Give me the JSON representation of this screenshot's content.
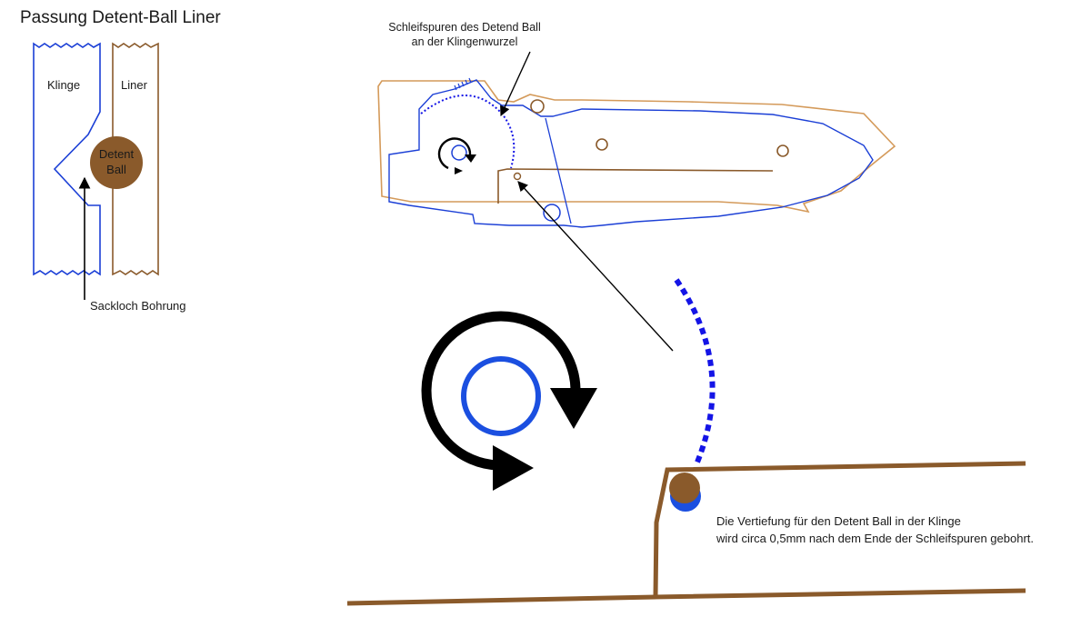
{
  "title": "Passung Detent-Ball Liner",
  "labels": {
    "blade": "Klinge",
    "liner": "Liner",
    "detent_ball_line1": "Detent",
    "detent_ball_line2": "Ball",
    "blind_hole": "Sackloch Bohrung",
    "grind_marks_line1": "Schleifspuren des Detend Ball",
    "grind_marks_line2": "an der Klingenwurzel",
    "note_line1": "Die Vertiefung für den Detent Ball in der Klinge",
    "note_line2": "wird circa 0,5mm nach dem Ende der Schleifspuren gebohrt."
  },
  "colors": {
    "blade": "#1b3fd6",
    "liner": "#8a5a2b",
    "outline_orange": "#d49a5a",
    "ball": "#8a5a2b",
    "marks_blue": "#1414e6",
    "ink": "#000000"
  },
  "icons": {
    "rotation": "clockwise-rotation-arrow-icon"
  }
}
